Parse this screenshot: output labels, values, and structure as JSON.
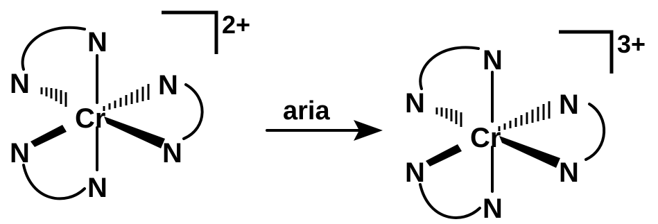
{
  "reactant": {
    "metal": "Cr",
    "ligand_atoms": [
      "N",
      "N",
      "N",
      "N",
      "N",
      "N"
    ],
    "charge": "2+"
  },
  "product": {
    "metal": "Cr",
    "ligand_atoms": [
      "N",
      "N",
      "N",
      "N",
      "N",
      "N"
    ],
    "charge": "3+"
  },
  "arrow": {
    "label": "aria"
  },
  "colors": {
    "ink": "#000000",
    "background": "#ffffff"
  }
}
